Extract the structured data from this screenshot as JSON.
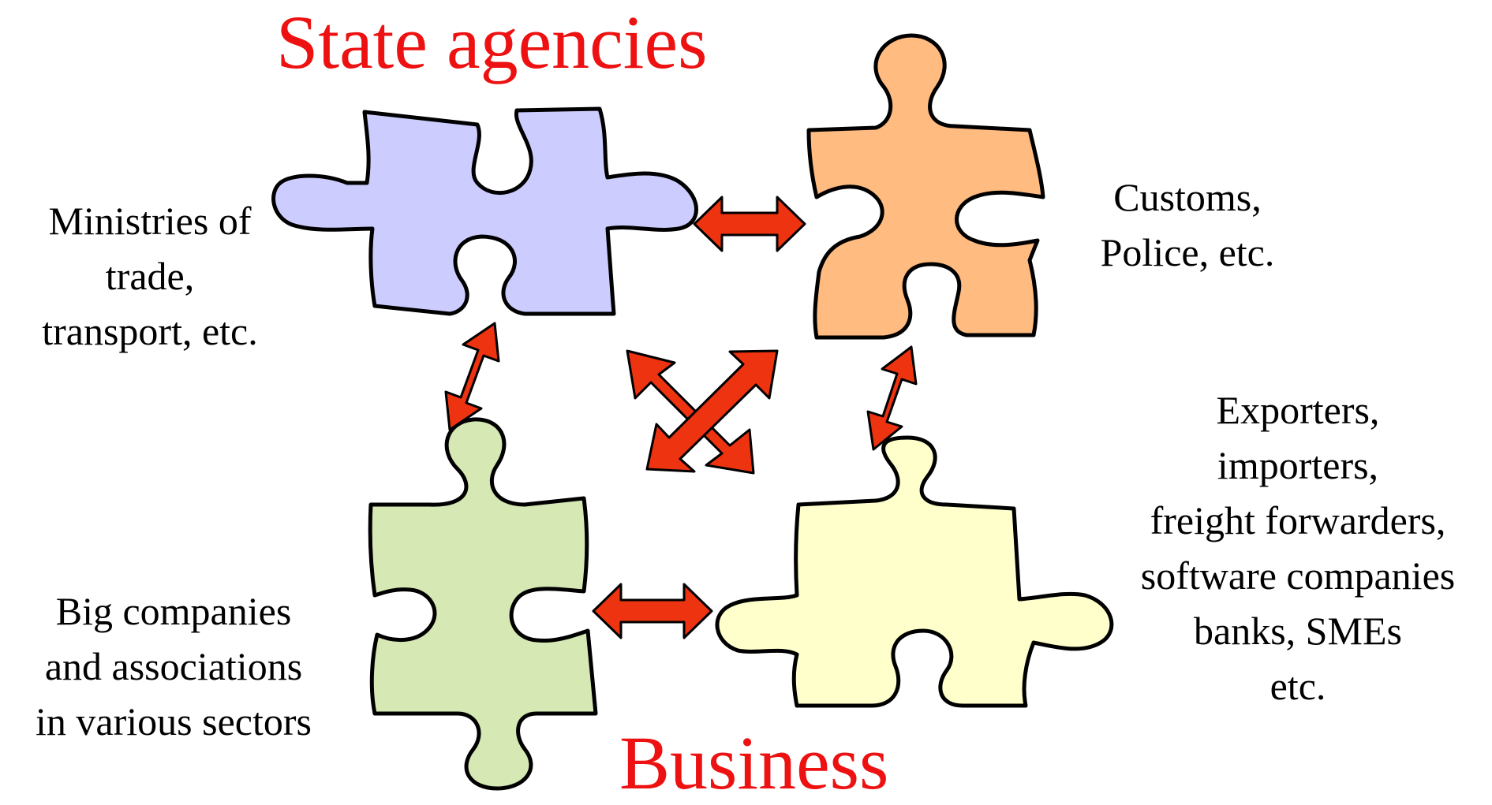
{
  "headings": {
    "top": "State agencies",
    "bottom": "Business"
  },
  "labels": {
    "ministries": [
      "Ministries of",
      "trade,",
      "transport, etc."
    ],
    "customs": [
      "Customs,",
      "Police, etc."
    ],
    "exporters": [
      "Exporters,",
      "importers,",
      "freight forwarders,",
      "software companies",
      "banks, SMEs",
      "etc."
    ],
    "big_companies": [
      "Big companies",
      "and associations",
      "in various sectors"
    ]
  },
  "pieces": {
    "ministries": {
      "fill": "#ccccff"
    },
    "customs": {
      "fill": "#ffbb80"
    },
    "big_companies": {
      "fill": "#d6e8b4"
    },
    "exporters": {
      "fill": "#ffffcc"
    }
  },
  "colors": {
    "heading": "#ee1111",
    "arrow_fill": "#ee3311",
    "outline": "#000000"
  }
}
